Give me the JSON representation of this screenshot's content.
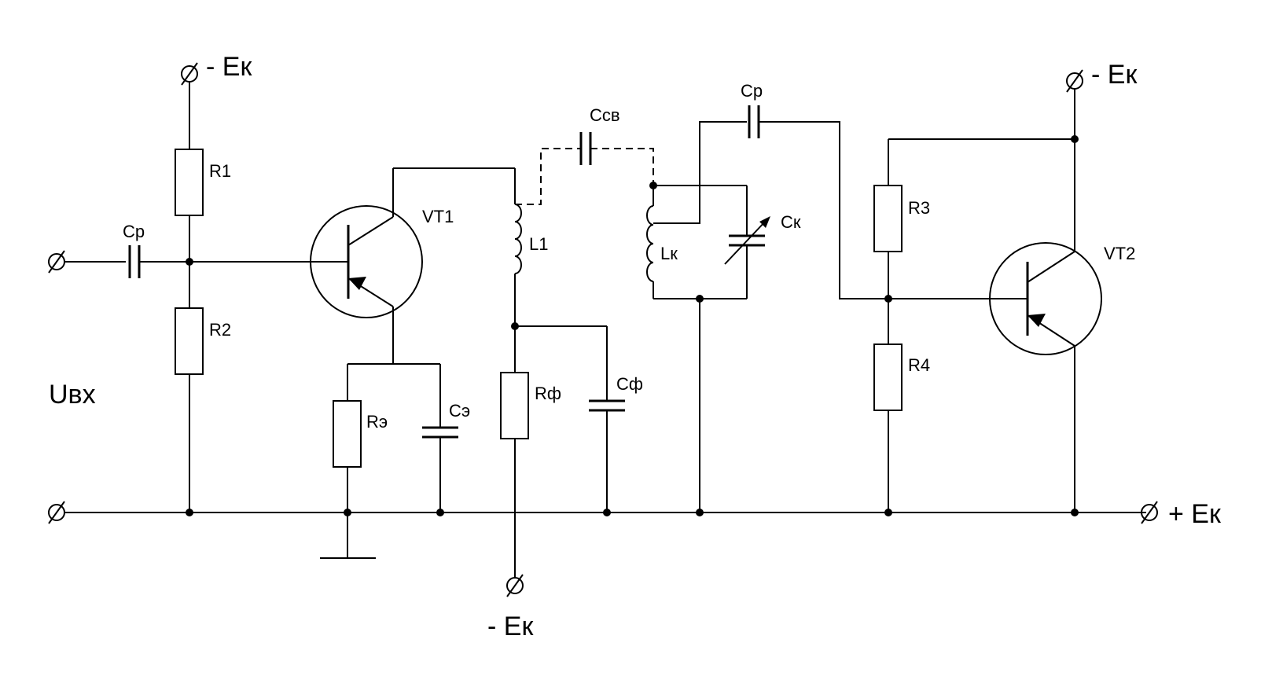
{
  "labels": {
    "r1": "R1",
    "r2": "R2",
    "cp_in": "Cp",
    "vt1": "VT1",
    "re": "Rэ",
    "ce": "Cэ",
    "l1": "L1",
    "ccb": "Ccв",
    "rf": "Rф",
    "cf": "Cф",
    "lk": "Lк",
    "ck": "Cк",
    "cp_out": "Cp",
    "r3": "R3",
    "r4": "R4",
    "vt2": "VT2",
    "uin": "Uвх",
    "ek_top_left": "- Eк",
    "ek_top_right": "- Eк",
    "ek_bottom": "- Eк",
    "ek_plus": "+ Eк"
  }
}
